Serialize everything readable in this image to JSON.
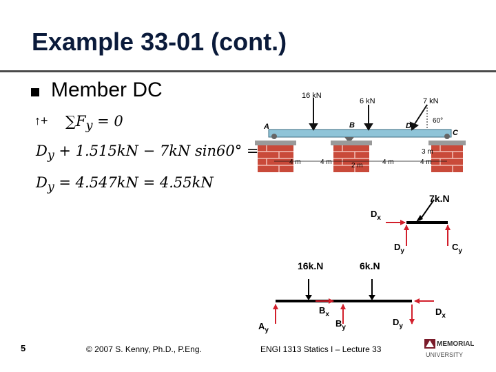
{
  "slide": {
    "title": "Example 33-01 (cont.)",
    "bullet": "Member DC"
  },
  "equations": {
    "sign_convention": "↑+",
    "sum": "∑F",
    "sum_sub": "y",
    "sum_rhs": " = 0",
    "eq2_lhs_var": "D",
    "eq2_lhs_sub": "y",
    "eq2_rest": " + 1.515kN − 7kN sin60° = 0",
    "eq3_lhs_var": "D",
    "eq3_lhs_sub": "y",
    "eq3_rest": " = 4.547kN = 4.55kN"
  },
  "beam_figure": {
    "loads": [
      "16 kN",
      "6 kN",
      "7 kN"
    ],
    "angle": "60°",
    "points": [
      "A",
      "B",
      "D",
      "C"
    ],
    "spans": [
      "4 m",
      "4 m",
      "2 m",
      "4 m",
      "3 m",
      "4 m"
    ]
  },
  "fbd_dc": {
    "load": "7k.N",
    "dx": "D",
    "dx_sub": "x",
    "dy": "D",
    "dy_sub": "y",
    "cy": "C",
    "cy_sub": "y"
  },
  "fbd_ad": {
    "loads": [
      "16k.N",
      "6k.N"
    ],
    "ay": "A",
    "ay_sub": "y",
    "bx": "B",
    "bx_sub": "x",
    "by": "B",
    "by_sub": "y",
    "dy": "D",
    "dy_sub": "y",
    "dx": "D",
    "dx_sub": "x"
  },
  "footer": {
    "slide_number": "5",
    "copyright": "© 2007 S. Kenny, Ph.D., P.Eng.",
    "course": "ENGI 1313 Statics I – Lecture 33",
    "logo_line1": "MEMORIAL",
    "logo_line2": "UNIVERSITY"
  },
  "colors": {
    "force_arrow": "#d21f2b",
    "beam": "#8fc4d8",
    "brick": "#c94a3a"
  }
}
